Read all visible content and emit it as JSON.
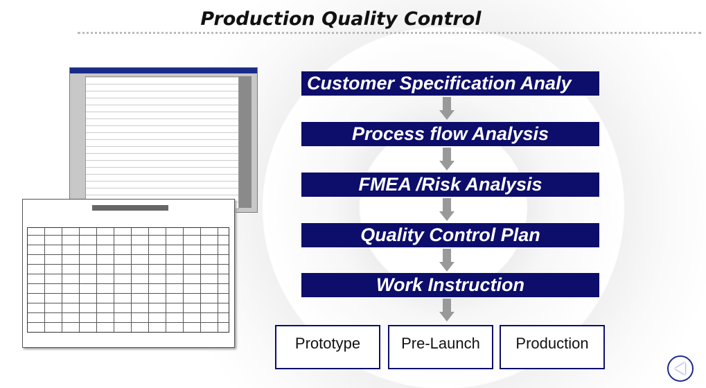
{
  "slide": {
    "title": "Production Quality Control"
  },
  "flow": {
    "steps": [
      "Customer Specification Analy",
      "Process flow Analysis",
      "FMEA /Risk Analysis",
      "Quality Control Plan",
      "Work Instruction"
    ],
    "stages": [
      "Prototype",
      "Pre-Launch",
      "Production"
    ]
  },
  "colors": {
    "step_fill": "#0d0d6b",
    "arrow": "#999999"
  }
}
